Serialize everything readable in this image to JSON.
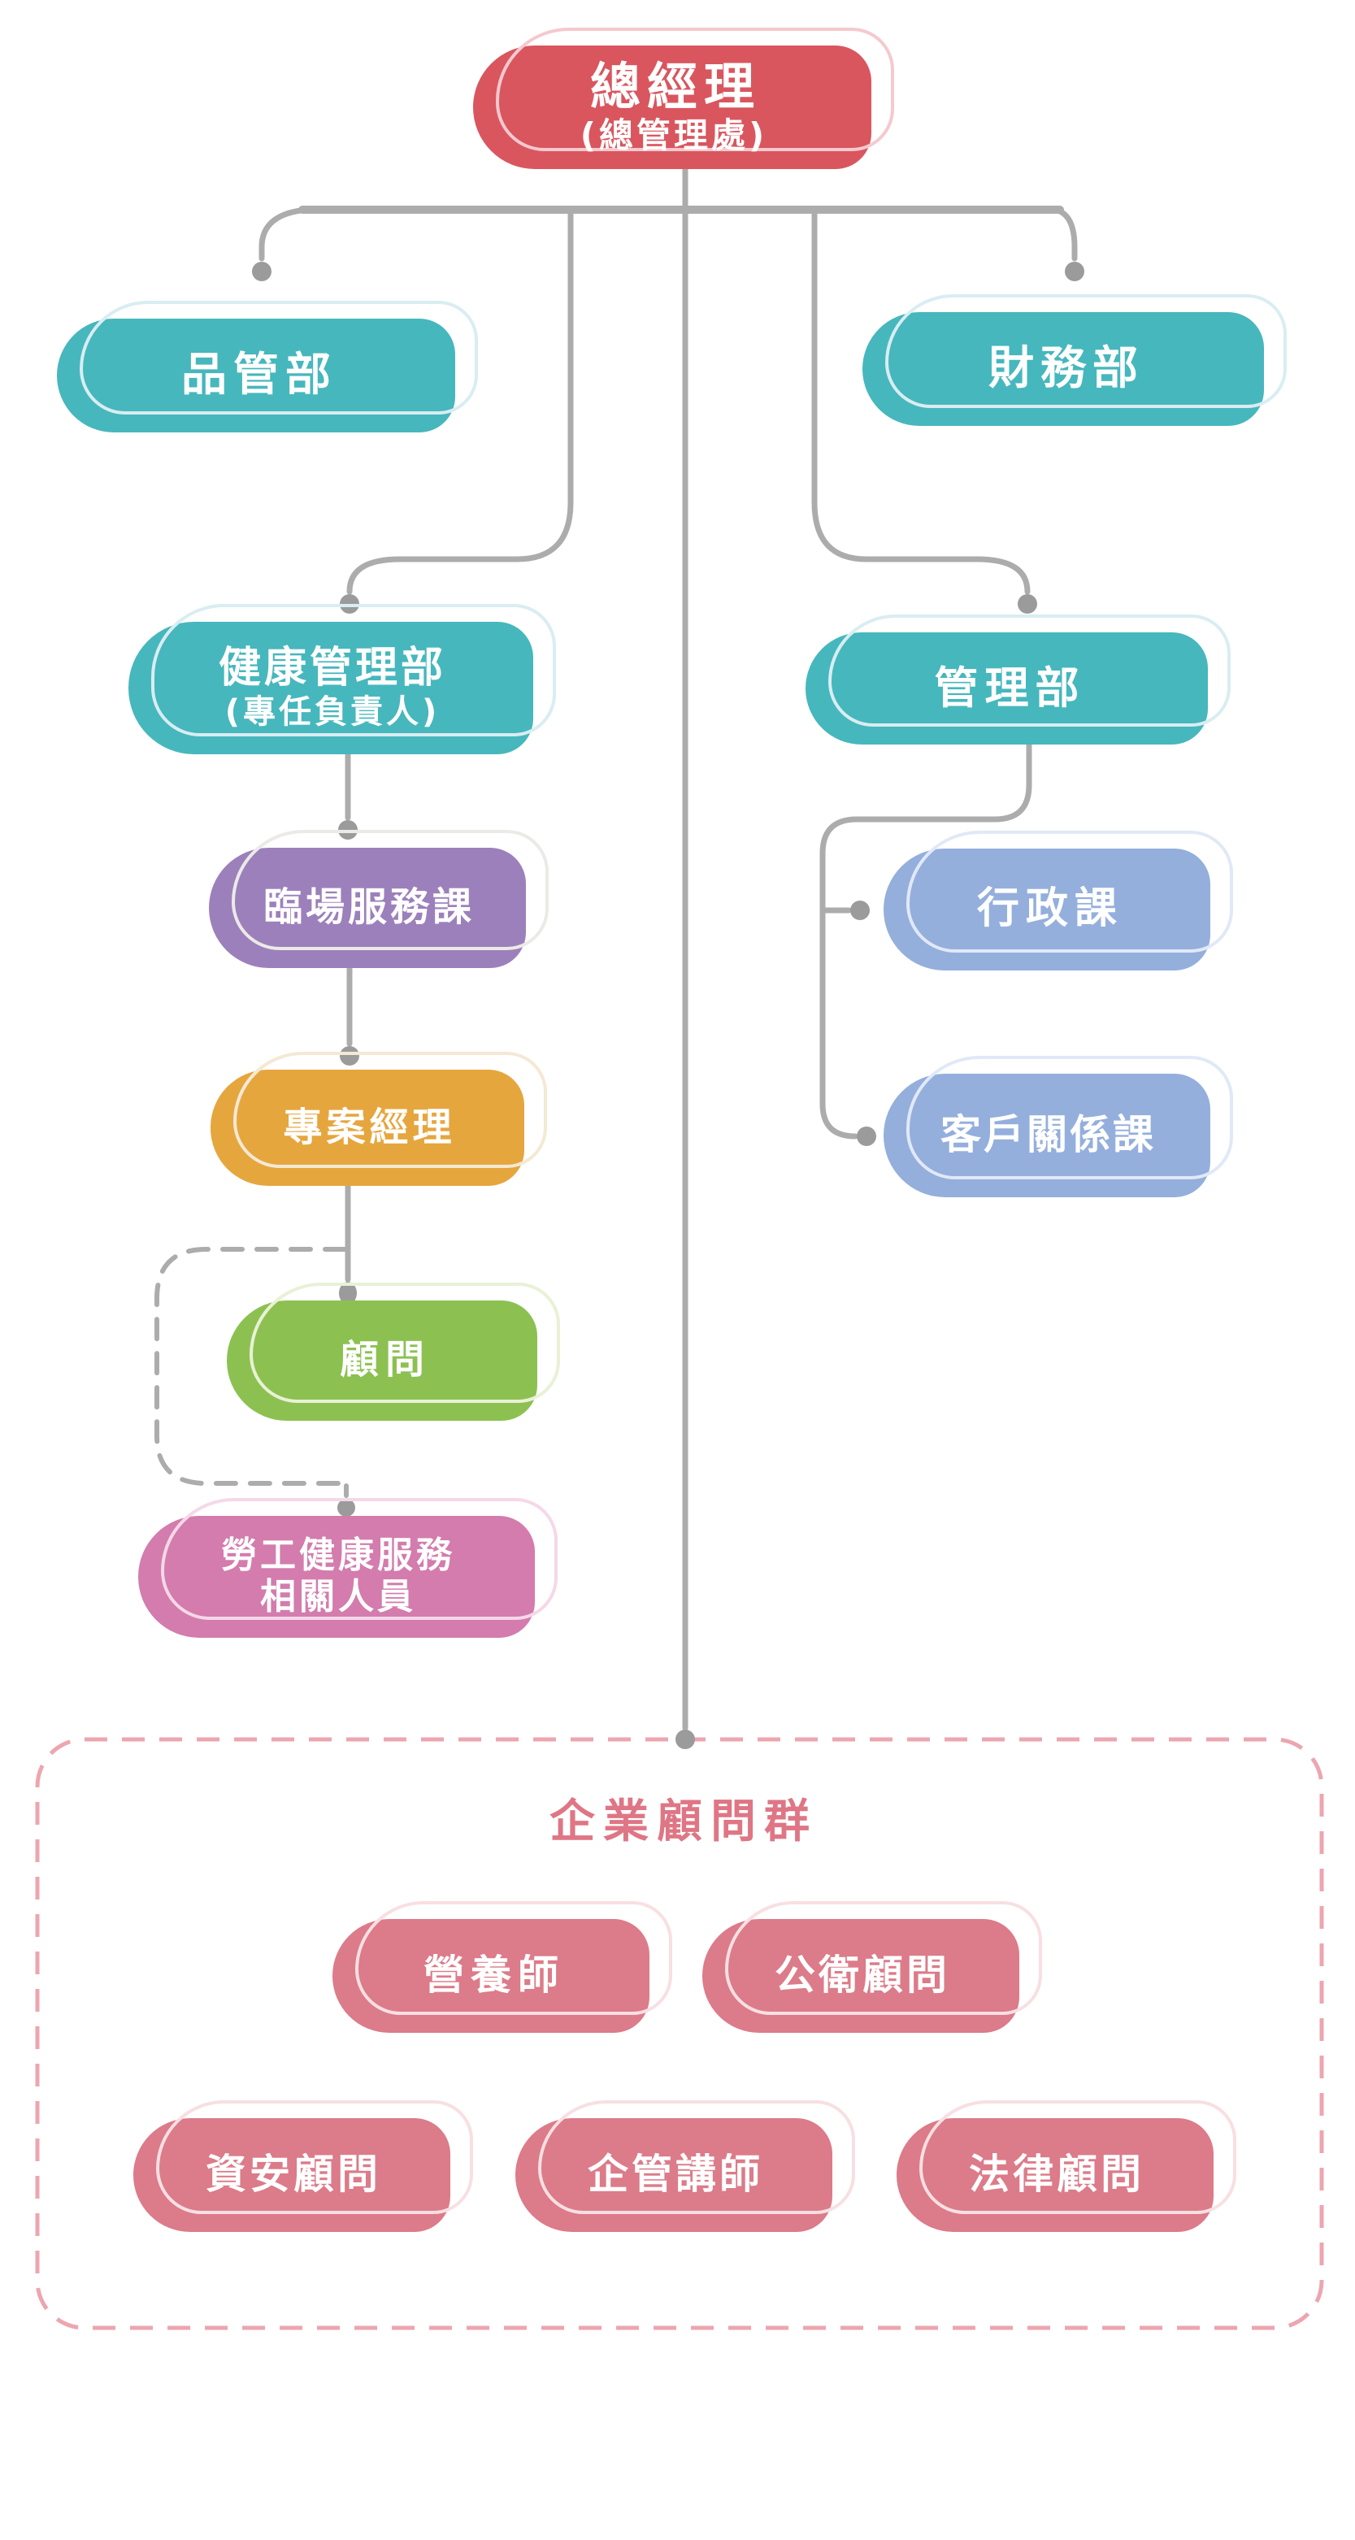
{
  "nodes": {
    "gm": {
      "label": "總經理",
      "sublabel": "(總管理處)"
    },
    "quality": {
      "label": "品管部"
    },
    "finance": {
      "label": "財務部"
    },
    "health": {
      "label": "健康管理部",
      "sublabel": "(專任負責人)"
    },
    "admin_dept": {
      "label": "管理部"
    },
    "onsite": {
      "label": "臨場服務課"
    },
    "pm": {
      "label": "專案經理"
    },
    "consultant": {
      "label": "顧問"
    },
    "labor_health": {
      "label_line1": "勞工健康服務",
      "label_line2": "相關人員"
    },
    "admin_section": {
      "label": "行政課"
    },
    "customer_rel": {
      "label": "客戶關係課"
    },
    "advisory": {
      "title": "企業顧問群",
      "members": {
        "nutritionist": "營養師",
        "public_health": "公衛顧問",
        "infosec": "資安顧問",
        "management_lecturer": "企管講師",
        "legal": "法律顧問"
      }
    }
  },
  "palette": {
    "general_manager": "#D9565F",
    "department_teal": "#46B7BD",
    "onsite_purple": "#9C80BB",
    "pm_orange": "#E6A63E",
    "consultant_green": "#8CC152",
    "labor_orchid": "#D37CAD",
    "section_periwinkle": "#94AFDC",
    "advisor_rose": "#DC7B89",
    "advisory_title_pink": "#DF7685",
    "advisory_border_pink": "#ECA6B0",
    "connector_gray": "#ACACAC",
    "dot_gray": "#9B9B9B"
  }
}
